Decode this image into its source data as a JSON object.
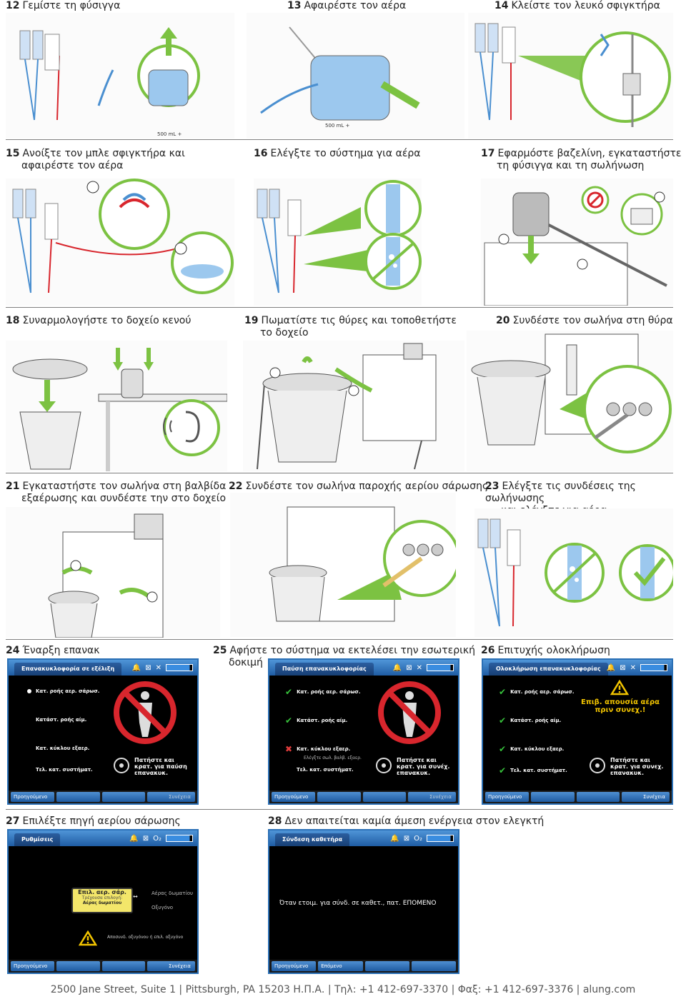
{
  "steps": [
    {
      "num": "12",
      "text": "Γεμίστε τη φύσιγγα"
    },
    {
      "num": "13",
      "text": "Αφαιρέστε τον αέρα"
    },
    {
      "num": "14",
      "text": "Κλείστε τον λευκό σφιγκτήρα"
    },
    {
      "num": "15",
      "text": "Ανοίξτε τον μπλε σφιγκτήρα και",
      "text2": "αφαιρέστε τον αέρα"
    },
    {
      "num": "16",
      "text": "Ελέγξτε το σύστημα για αέρα"
    },
    {
      "num": "17",
      "text": "Εφαρμόστε βαζελίνη, εγκαταστήστε",
      "text2": "τη φύσιγγα και τη σωλήνωση"
    },
    {
      "num": "18",
      "text": "Συναρμολογήστε το δοχείο κενού"
    },
    {
      "num": "19",
      "text": "Πωματίστε τις θύρες και τοποθετήστε",
      "text2": "το δοχείο"
    },
    {
      "num": "20",
      "text": "Συνδέστε τον σωλήνα στη θύρα"
    },
    {
      "num": "21",
      "text": "Εγκαταστήστε τον σωλήνα στη βαλβίδα",
      "text2": "εξαέρωσης και συνδέστε την στο δοχείο"
    },
    {
      "num": "22",
      "text": "Συνδέστε τον σωλήνα παροχής αερίου σάρωσης"
    },
    {
      "num": "23",
      "text": "Ελέγξτε τις συνδέσεις της σωλήνωσης",
      "text2": "και ελέγξτε για αέρα"
    },
    {
      "num": "24",
      "text": "Έναρξη επανακ"
    },
    {
      "num": "25",
      "text": "Αφήστε το σύστημα να εκτελέσει την εσωτερική",
      "text2": "δοκιμή"
    },
    {
      "num": "26",
      "text": "Επιτυχής ολοκλήρωση"
    },
    {
      "num": "27",
      "text": "Επιλέξτε πηγή αερίου σάρωσης"
    },
    {
      "num": "28",
      "text": "Δεν απαιτείται καμία άμεση ενέργεια στον ελεγκτή"
    }
  ],
  "illustration_labels": {
    "bag_volume": "500 mL +"
  },
  "screens": {
    "s24": {
      "title": "Επανακυκλοφορία σε εξέλιξη",
      "rows": [
        "Κατ. ροής αερ. σάρωσ.",
        "Κατάστ. ροής αίμ.",
        "Κατ. κύκλου εξαερ.",
        "Τελ. κατ. συστήματ."
      ],
      "action": "Πατήστε και κρατ. για παύση επανακυκ.",
      "footer_left": "Προηγούμενο",
      "footer_right": "Συνέχεια"
    },
    "s25": {
      "title": "Παύση επανακυκλοφορίας",
      "rows": [
        "Κατ. ροής αερ. σάρωσ.",
        "Κατάστ. ροής αίμ.",
        "Κατ. κύκλου εξαερ.",
        "Τελ. κατ. συστήματ."
      ],
      "sub": "Ελέγξτε σωλ. βαλβ. εξαερ.",
      "action": "Πατήστε και κρατ. για συνέχ. επανακυκ.",
      "footer_left": "Προηγούμενο",
      "footer_right": "Συνέχεια"
    },
    "s26": {
      "title": "Ολοκλήρωση επανακυκλοφορίας",
      "rows": [
        "Κατ. ροής αερ. σάρωσ.",
        "Κατάστ. ροής αίμ.",
        "Κατ. κύκλου εξαερ.",
        "Τελ. κατ. συστήματ."
      ],
      "warning": "Επιβ. απουσία αέρα πριν συνεχ.!",
      "action": "Πατήστε και κρατ. για συνεχ. επανακυκ.",
      "footer_left": "Προηγούμενο",
      "footer_right": "Συνέχεια"
    },
    "s27": {
      "title": "Ρυθμίσεις",
      "box_title": "Επιλ. αερ. σάρ.",
      "box_sub": "Τρέχουσα επιλογή:",
      "box_value": "Αέρας δωματίου",
      "option1": "Αέρας δωματίου",
      "option2": "Οξυγόνο",
      "warning": "Αποσυνδ. οξυγόνου ή επιλ. οξυγόνο",
      "footer_left": "Προηγούμενο",
      "footer_right": "Συνέχεια"
    },
    "s28": {
      "title": "Σύνδεση καθετήρα",
      "message": "Όταν ετοιμ. για σύνδ. σε καθετ., πατ. ΕΠΟΜΕΝΟ",
      "footer_left": "Προηγούμενο",
      "footer_right": "Επόμενο"
    }
  },
  "footer": "2500 Jane Street, Suite 1 | Pittsburgh, PA 15203 Η.Π.Α. | Τηλ: +1 412-697-3370 | Φαξ: +1 412-697-3376 | alung.com",
  "colors": {
    "accent_green": "#7cc242",
    "screen_blue": "#2a6fb5",
    "tube_blue": "#4a8fd0",
    "tube_red": "#d8262d",
    "warning_yellow": "#f2c400"
  }
}
